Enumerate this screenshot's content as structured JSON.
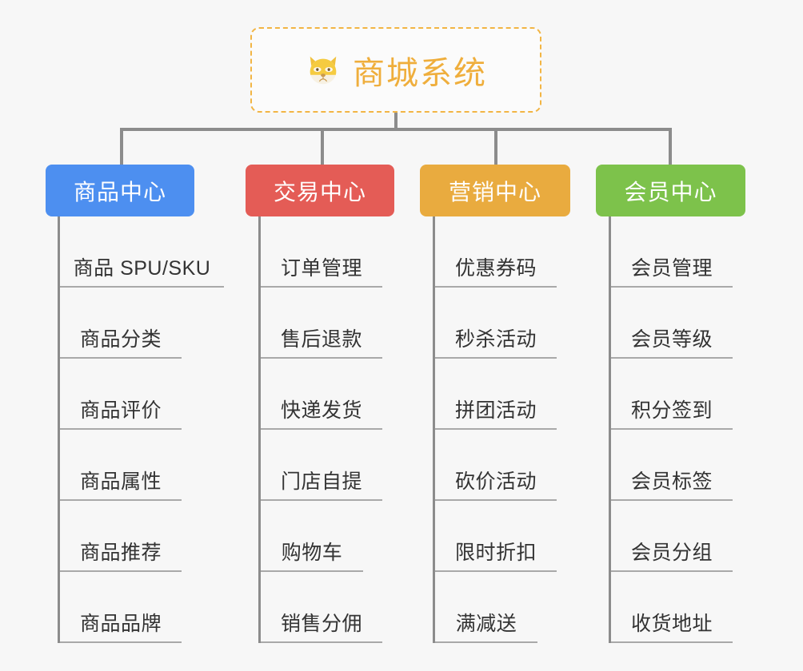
{
  "root": {
    "title": "商城系统",
    "icon": "shiba-dog-face-emoji",
    "border_color": "#f2b544",
    "text_color": "#efae3c"
  },
  "connector_color": "#8c8c8c",
  "columns": [
    {
      "id": "product-center",
      "label": "商品中心",
      "color": "#4d8ff0",
      "items": [
        "商品 SPU/SKU",
        "商品分类",
        "商品评价",
        "商品属性",
        "商品推荐",
        "商品品牌"
      ]
    },
    {
      "id": "trade-center",
      "label": "交易中心",
      "color": "#e45c56",
      "items": [
        "订单管理",
        "售后退款",
        "快递发货",
        "门店自提",
        "购物车",
        "销售分佣"
      ]
    },
    {
      "id": "marketing-center",
      "label": "营销中心",
      "color": "#e9ab3f",
      "items": [
        "优惠券码",
        "秒杀活动",
        "拼团活动",
        "砍价活动",
        "限时折扣",
        "满减送"
      ]
    },
    {
      "id": "member-center",
      "label": "会员中心",
      "color": "#7dc24b",
      "items": [
        "会员管理",
        "会员等级",
        "积分签到",
        "会员标签",
        "会员分组",
        "收货地址"
      ]
    }
  ]
}
